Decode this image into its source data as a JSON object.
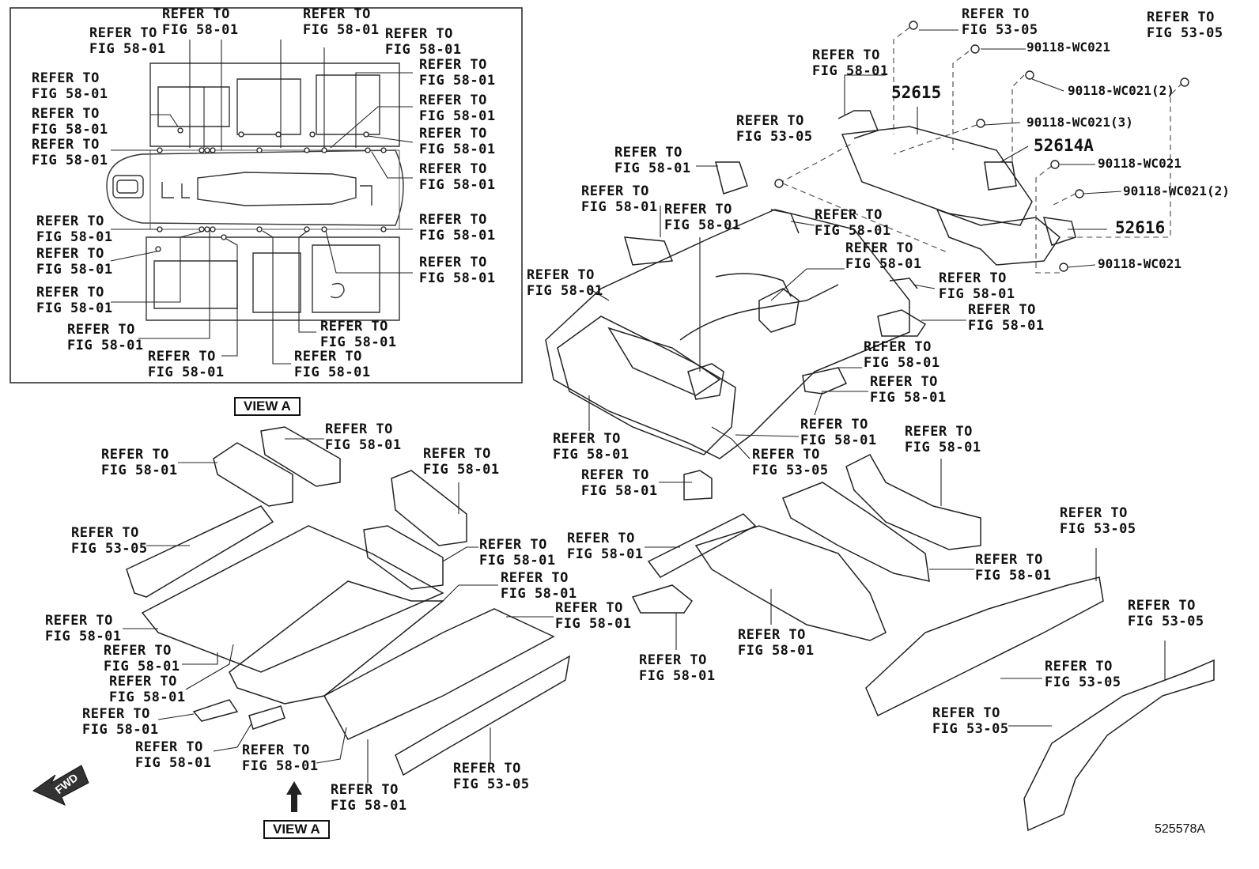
{
  "refer_lines": [
    "REFER TO",
    "FIG 58-01",
    "FIG 53-05"
  ],
  "view_label": "VIEW A",
  "fwd_label": "FWD",
  "drawing_code": "525578A",
  "part_numbers": {
    "p52615": "52615",
    "p52614a": "52614A",
    "p52616": "52616",
    "b1": "90118-WC021",
    "b2": "90118-WC021(2)",
    "b3": "90118-WC021(3)"
  }
}
